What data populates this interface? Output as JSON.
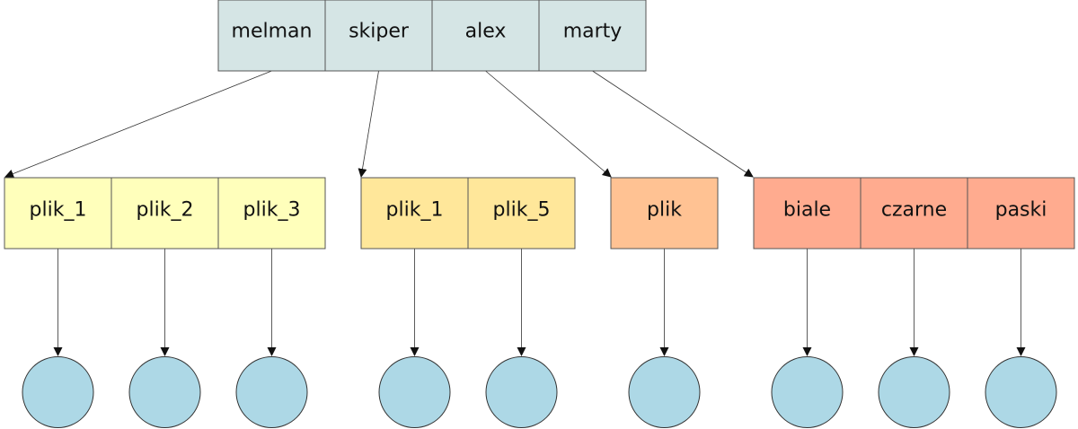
{
  "colors": {
    "root": "#d5e5e5",
    "group_1": "#ffffbb",
    "group_2": "#ffe79a",
    "group_3": "#ffc293",
    "group_4": "#ffab8f",
    "leaf": "#add8e6",
    "stroke": "#555555"
  },
  "root": {
    "cells": [
      "melman",
      "skiper",
      "alex",
      "marty"
    ]
  },
  "groups": [
    {
      "cells": [
        "plik_1",
        "plik_2",
        "plik_3"
      ]
    },
    {
      "cells": [
        "plik_1",
        "plik_5"
      ]
    },
    {
      "cells": [
        "plik"
      ]
    },
    {
      "cells": [
        "biale",
        "czarne",
        "paski"
      ]
    }
  ]
}
